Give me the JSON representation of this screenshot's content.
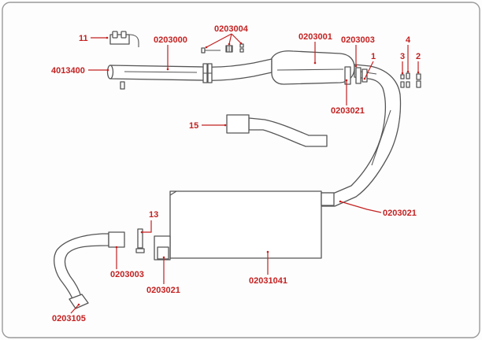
{
  "colors": {
    "label": "#c42121",
    "line": "#555555",
    "frame": "#9a9a9a",
    "background": "#fdfdfd"
  },
  "labels": {
    "l11": "11",
    "l0203000": "0203000",
    "l0203004": "0203004",
    "l0203001": "0203001",
    "l0203003_top": "0203003",
    "l4": "4",
    "l3": "3",
    "l2": "2",
    "l1": "1",
    "l4013400": "4013400",
    "l0203021_top": "0203021",
    "l15": "15",
    "l13": "13",
    "l0203021_mid": "0203021",
    "l0203003_bottom": "0203003",
    "l0203021_bottom": "0203021",
    "l02031041": "02031041",
    "l0203105": "0203105"
  }
}
